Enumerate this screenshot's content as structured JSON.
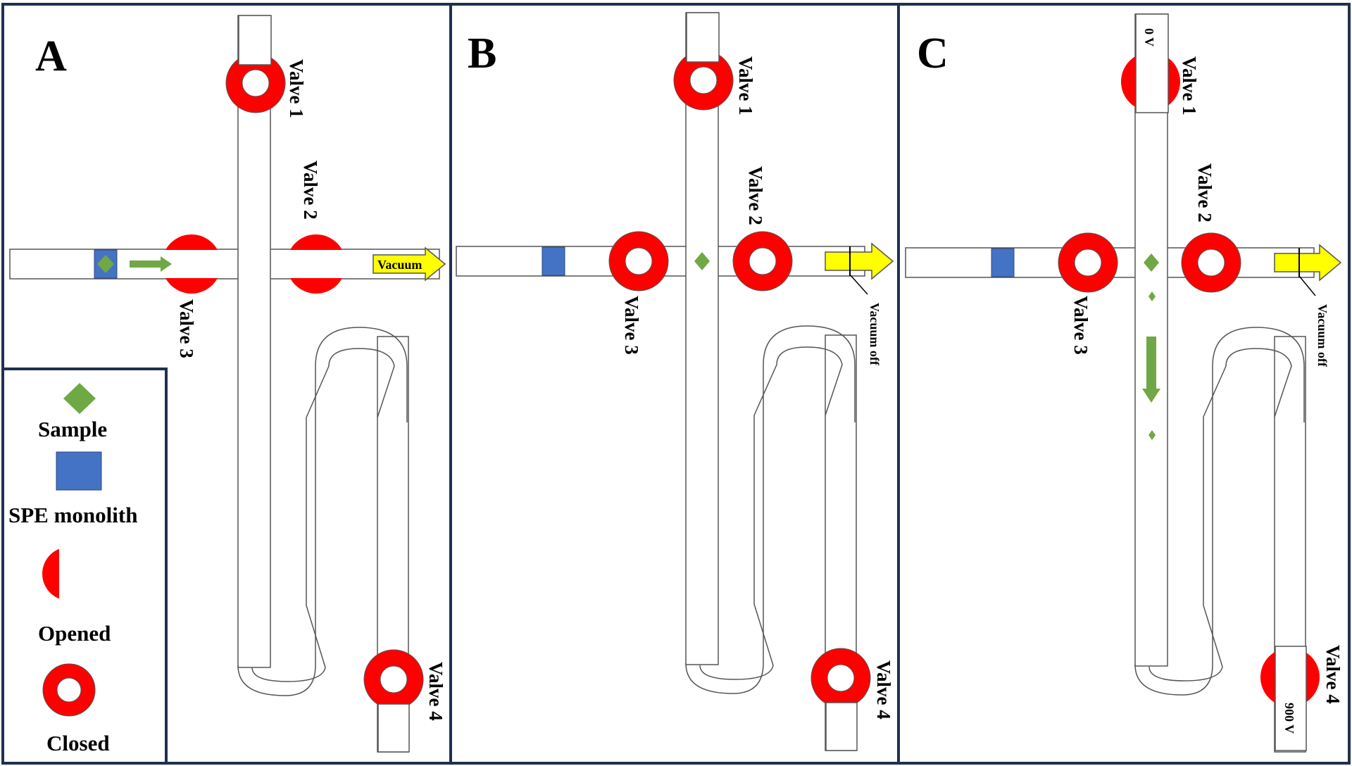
{
  "panels": [
    {
      "letter": "A",
      "valves": {
        "v1": "Valve 1",
        "v2": "Valve 2",
        "v3": "Valve 3",
        "v4": "Valve 4"
      },
      "vacuum": "Vacuum"
    },
    {
      "letter": "B",
      "valves": {
        "v1": "Valve 1",
        "v2": "Valve 2",
        "v3": "Valve 3",
        "v4": "Valve 4"
      },
      "vacuum_off": "Vacuum off"
    },
    {
      "letter": "C",
      "valves": {
        "v1": "Valve 1",
        "v2": "Valve 2",
        "v3": "Valve 3",
        "v4": "Valve 4"
      },
      "vacuum_off": "Vacuum off",
      "top_voltage": "0 V",
      "bottom_voltage": "900 V"
    }
  ],
  "legend": {
    "sample": "Sample",
    "spe": "SPE monolith",
    "opened": "Opened",
    "closed": "Closed"
  },
  "colors": {
    "border": "#1f3050",
    "valve": "#ff0000",
    "sample": "#70a845",
    "spe": "#4472c4",
    "arrow_vacuum": "#ffff00",
    "flow_arrow": "#70a845"
  }
}
